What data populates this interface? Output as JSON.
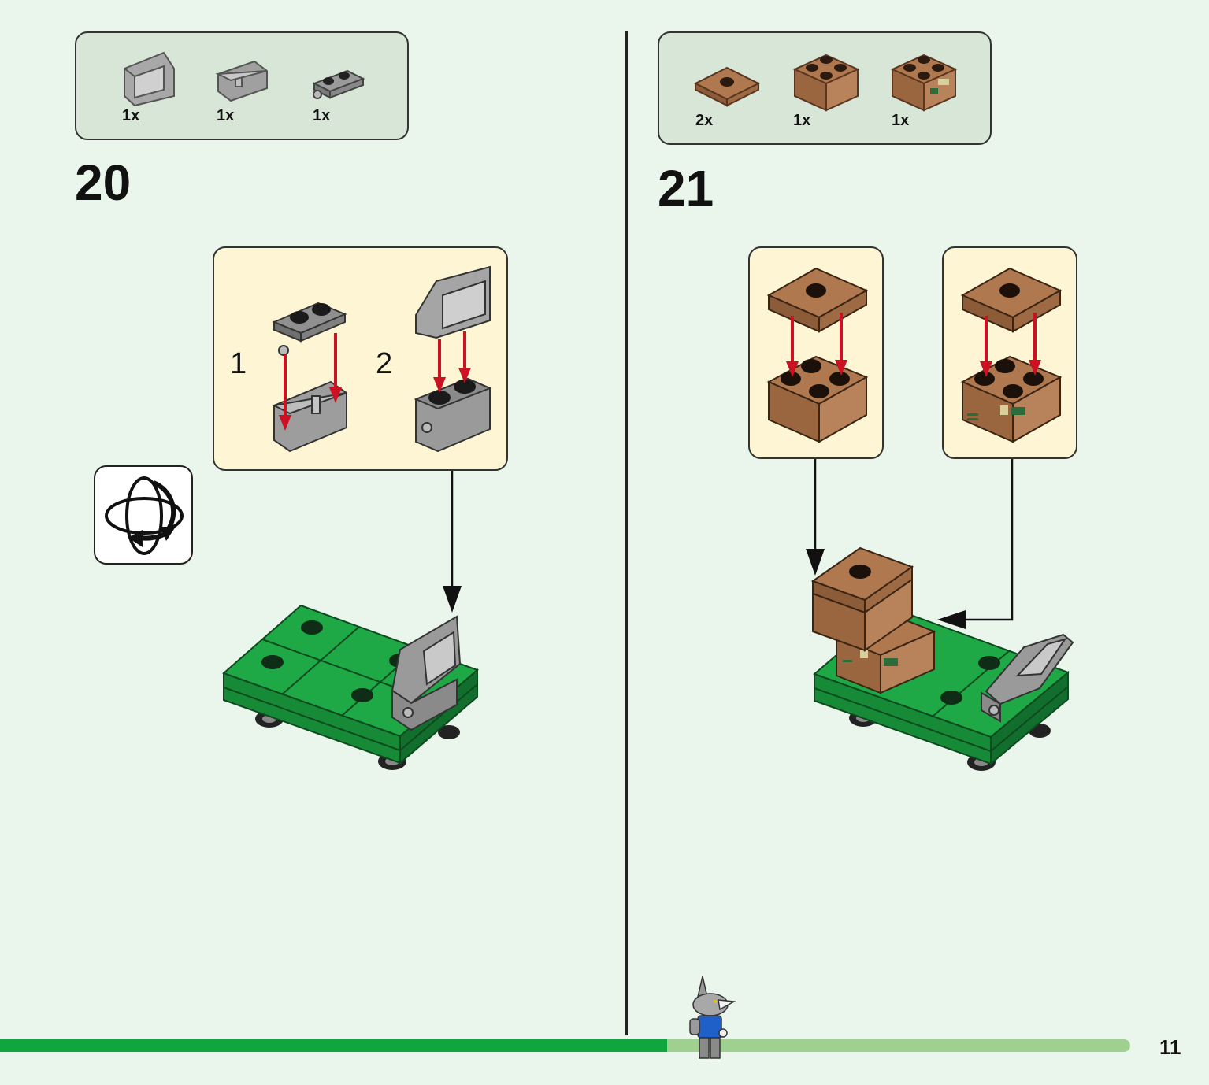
{
  "steps": [
    {
      "number": "20",
      "parts": [
        {
          "name": "grey-slope-panel",
          "qty": "1x"
        },
        {
          "name": "grey-hinge-base",
          "qty": "1x"
        },
        {
          "name": "grey-plate-with-wheel-holder",
          "qty": "1x"
        }
      ],
      "substeps": [
        "1",
        "2"
      ]
    },
    {
      "number": "21",
      "parts": [
        {
          "name": "brown-tile-with-stud",
          "qty": "2x"
        },
        {
          "name": "brown-brick-2x2",
          "qty": "1x"
        },
        {
          "name": "brown-printed-box-brick",
          "qty": "1x"
        }
      ]
    }
  ],
  "page_number": "11",
  "progress": {
    "fraction": 0.59
  },
  "colors": {
    "background": "#eaf6ec",
    "parts_box": "#d7e6d6",
    "callout": "#fdf5d3",
    "brick_green": "#1fa846",
    "brick_grey": "#9a9a9a",
    "brick_brown": "#b0784e",
    "arrow_red": "#cc1122",
    "progress_done": "#0fa63d",
    "progress_todo": "#9fd08f"
  },
  "icons": {
    "rotate": "rotate-model-icon",
    "character": "shark-minifigure-icon"
  }
}
